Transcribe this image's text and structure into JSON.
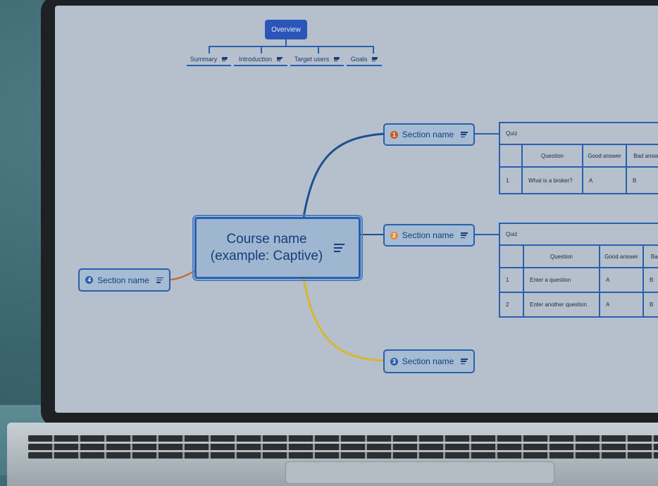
{
  "overview": {
    "label": "Overview",
    "subtopics": [
      "Summary",
      "Introduction",
      "Target users",
      "Goals"
    ]
  },
  "central_topic": {
    "line1": "Course name",
    "line2": "(example: Captive)"
  },
  "sections": [
    {
      "number": "1",
      "label": "Section name",
      "color": "#c85b22"
    },
    {
      "number": "2",
      "label": "Section name",
      "color": "#e08a3a"
    },
    {
      "number": "3",
      "label": "Section name",
      "color": "#2a5fb0"
    },
    {
      "number": "4",
      "label": "Section name",
      "color": "#2a5fb0"
    }
  ],
  "branch_colors": {
    "section1": "#1f4f8f",
    "section2": "#1f4f8f",
    "section3": "#d9b62a",
    "section4": "#c85b22"
  },
  "quiz1": {
    "title": "Quiz",
    "headers": [
      "",
      "Question",
      "Good answer",
      "Bad answe"
    ],
    "rows": [
      [
        "1",
        "What is a broker?",
        "A",
        "B"
      ]
    ]
  },
  "quiz2": {
    "title": "Quiz",
    "headers": [
      "",
      "Question",
      "Good answer",
      "Bad"
    ],
    "rows": [
      [
        "1",
        "Enter a question",
        "A",
        "B"
      ],
      [
        "2",
        "Enter another question",
        "A",
        "B"
      ]
    ]
  }
}
